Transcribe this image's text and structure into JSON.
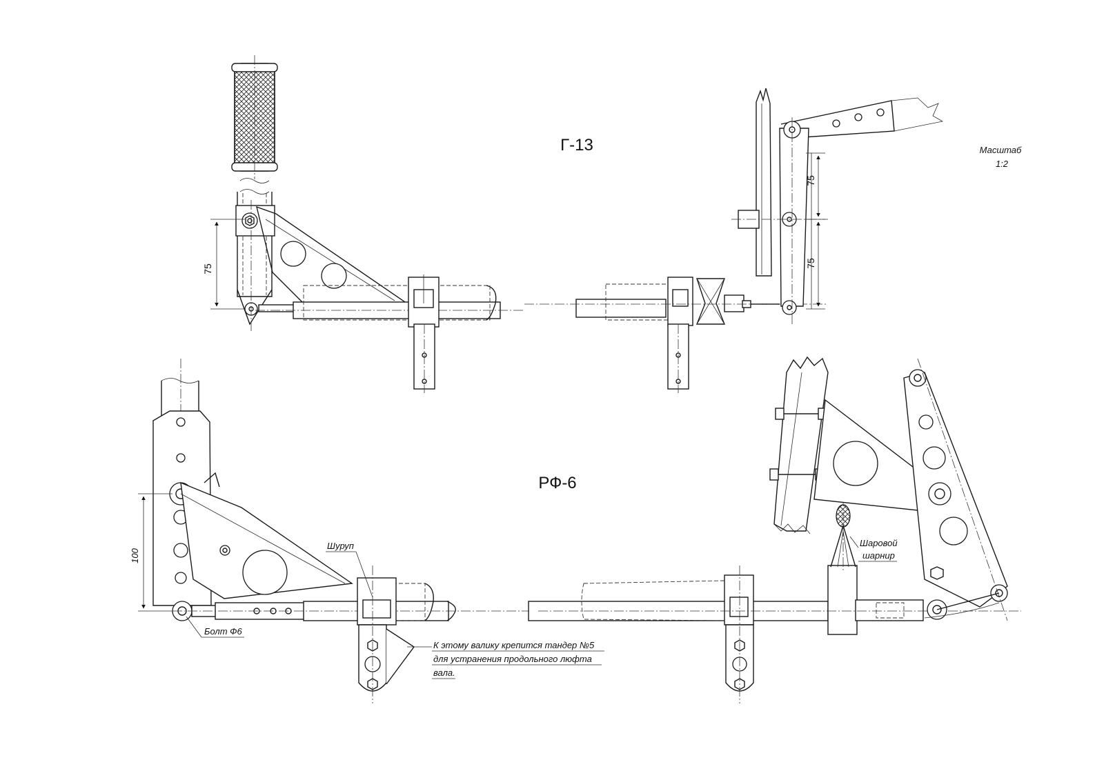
{
  "labels": {
    "title_top": "Г-13",
    "title_bottom": "РФ-6",
    "scale_line1": "Масштаб",
    "scale_line2": "1:2",
    "dim_75_left": "75",
    "dim_75_right_upper": "75",
    "dim_75_right_lower": "75",
    "dim_100": "100",
    "screw": "Шуруп",
    "bolt": "Болт Ф6",
    "ball_joint_line1": "Шаровой",
    "ball_joint_line2": "шарнир",
    "note_line1": "К этому валику крепится тандер №5",
    "note_line2": "для устранения продольного люфта",
    "note_line3": "вала."
  }
}
